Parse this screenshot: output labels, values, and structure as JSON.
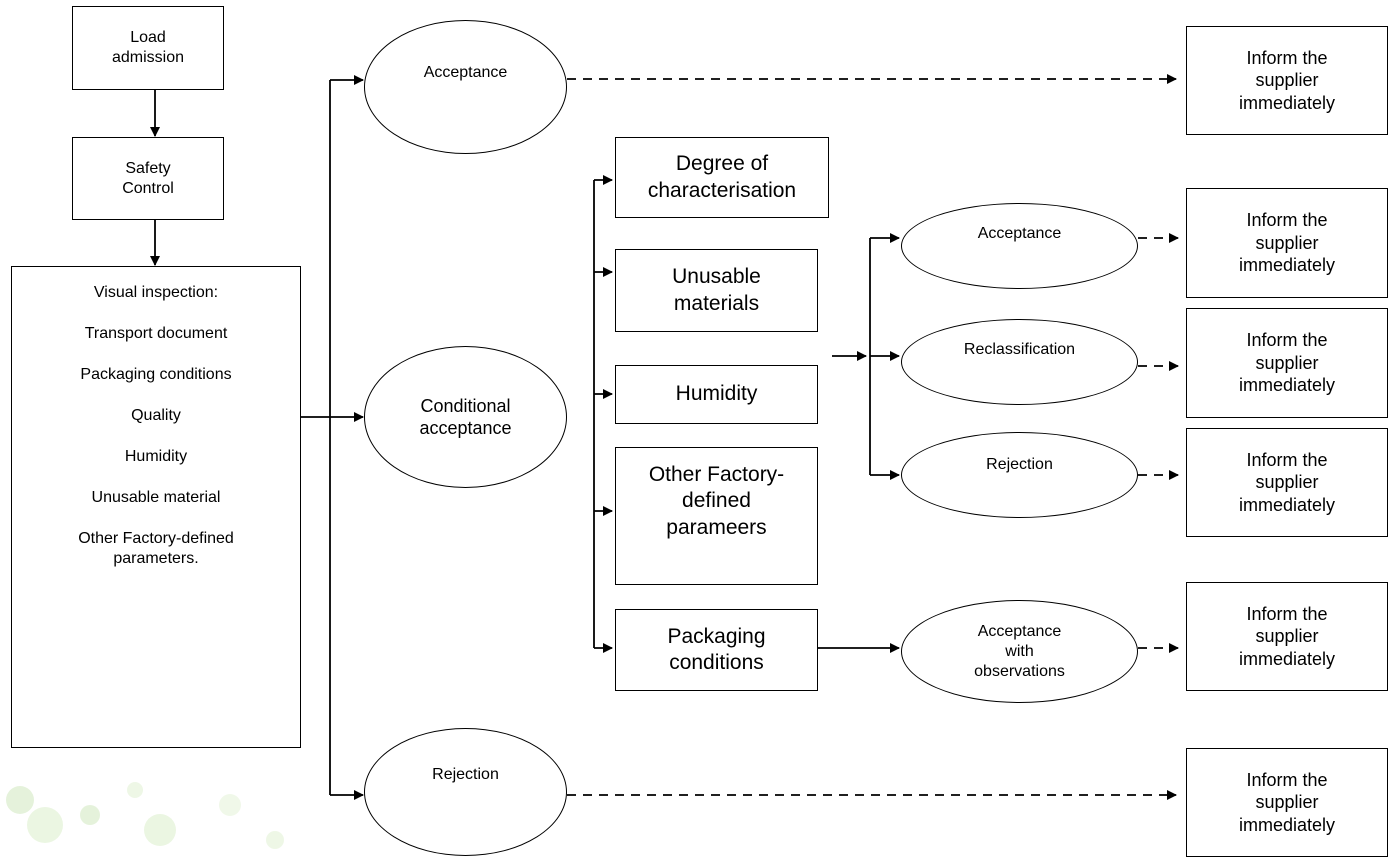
{
  "nodes": {
    "load_admission": "Load\nadmission",
    "safety_control": "Safety\nControl",
    "visual_inspection": {
      "title": "Visual inspection:",
      "items": [
        "Transport document",
        "Packaging conditions",
        "Quality",
        "Humidity",
        "Unusable material",
        "Other Factory-defined\nparameters."
      ]
    },
    "acceptance_top": "Acceptance",
    "conditional_acceptance": "Conditional\nacceptance",
    "rejection_bottom": "Rejection",
    "degree_of_characterisation": "Degree of\ncharacterisation",
    "unusable_materials": "Unusable\nmaterials",
    "humidity": "Humidity",
    "other_factory_defined": "Other Factory-\ndefined\nparameers",
    "packaging_conditions": "Packaging\nconditions",
    "acceptance_mid": "Acceptance",
    "reclassification": "Reclassification",
    "rejection_mid": "Rejection",
    "acceptance_with_observations": "Acceptance\nwith\nobservations",
    "inform_1": "Inform the\nsupplier\nimmediately",
    "inform_2": "Inform the\nsupplier\nimmediately",
    "inform_3": "Inform the\nsupplier\nimmediately",
    "inform_4": "Inform the\nsupplier\nimmediately",
    "inform_5": "Inform the\nsupplier\nimmediately",
    "inform_6": "Inform the\nsupplier\nimmediately"
  },
  "colors": {
    "line": "#000000",
    "decor_green": "#a8d08d"
  }
}
